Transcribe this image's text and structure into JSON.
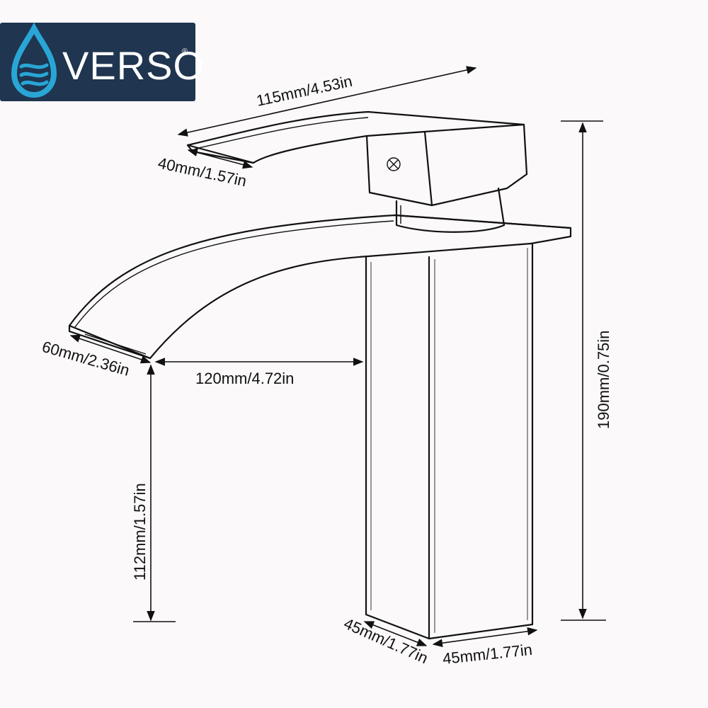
{
  "brand": {
    "name": "VERSO",
    "registered_mark": "®",
    "background_color": "#1f3550",
    "accent_color": "#29a6d6"
  },
  "dimensions": {
    "handle_length": "115mm/4.53in",
    "handle_width": "40mm/1.57in",
    "spout_width": "60mm/2.36in",
    "spout_reach": "120mm/4.72in",
    "spout_height": "112mm/1.57in",
    "total_height": "190mm/0.75in",
    "base_depth": "45mm/1.77in",
    "base_width": "45mm/1.77in"
  },
  "colors": {
    "line": "#111111",
    "background": "#fbf9f9"
  }
}
